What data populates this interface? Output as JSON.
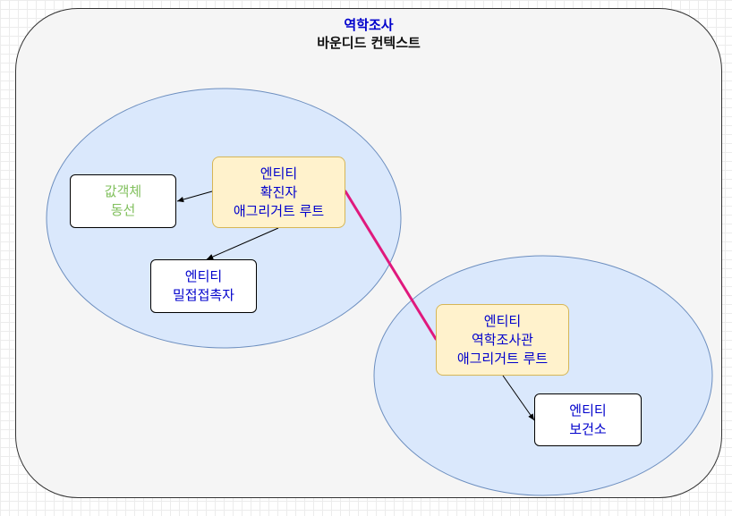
{
  "bounded_context": {
    "name": "역학조사",
    "subtitle": "바운디드 컨텍스트"
  },
  "nodes": {
    "confirmed_root": {
      "line1": "엔티티",
      "line2": "확진자",
      "line3": "애그리거트 루트"
    },
    "movement_vo": {
      "line1": "값객체",
      "line2": "동선"
    },
    "close_contact": {
      "line1": "엔티티",
      "line2": "밀접접촉자"
    },
    "investigator_root": {
      "line1": "엔티티",
      "line2": "역학조사관",
      "line3": "애그리거트 루트"
    },
    "health_center": {
      "line1": "엔티티",
      "line2": "보건소"
    }
  },
  "colors": {
    "context_fill": "#f5f5f5",
    "aggregate_boundary_fill": "#dae8fc",
    "aggregate_boundary_stroke": "#6c8ebf",
    "root_fill": "#fff2cc",
    "root_stroke": "#d6b656",
    "entity_text": "#0000cc",
    "value_object_text": "#82c05e",
    "cross_aggregate_link": "#e0197d"
  }
}
